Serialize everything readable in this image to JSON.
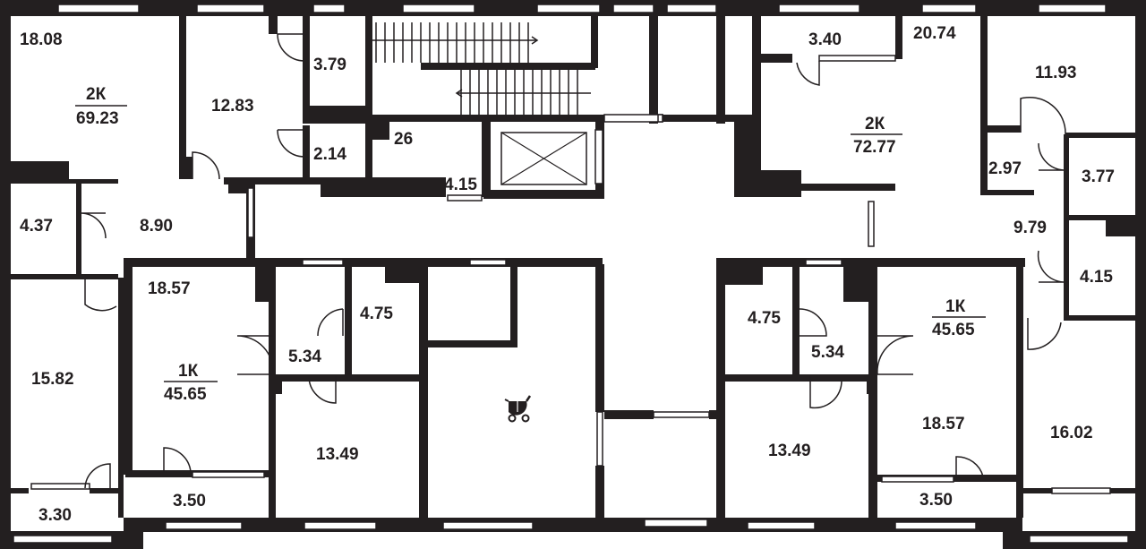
{
  "plan": {
    "rooms": {
      "r_18_08": "18.08",
      "r_12_83": "12.83",
      "r_3_79": "3.79",
      "r_2_14": "2.14",
      "r_26": "26",
      "r_4_15_a": "4.15",
      "r_3_40": "3.40",
      "r_20_74": "20.74",
      "r_11_93": "11.93",
      "r_2_97": "2.97",
      "r_3_77": "3.77",
      "r_9_79": "9.79",
      "r_4_15_b": "4.15",
      "r_4_37": "4.37",
      "r_8_90": "8.90",
      "r_18_57_a": "18.57",
      "r_4_75_a": "4.75",
      "r_5_34_a": "5.34",
      "r_15_82": "15.82",
      "r_13_49_a": "13.49",
      "r_3_50_a": "3.50",
      "r_3_30": "3.30",
      "r_4_75_b": "4.75",
      "r_5_34_b": "5.34",
      "r_13_49_b": "13.49",
      "r_18_57_b": "18.57",
      "r_3_50_b": "3.50",
      "r_16_02": "16.02"
    },
    "apartments": {
      "a1_type": "2К",
      "a1_area": "69.23",
      "a2_type": "2К",
      "a2_area": "72.77",
      "a3_type": "1К",
      "a3_area": "45.65",
      "a4_type": "1К",
      "a4_area": "45.65"
    },
    "icons": {
      "stroller": "stroller-icon",
      "elevator": "elevator-icon",
      "stairs": "staircase-icon"
    }
  }
}
